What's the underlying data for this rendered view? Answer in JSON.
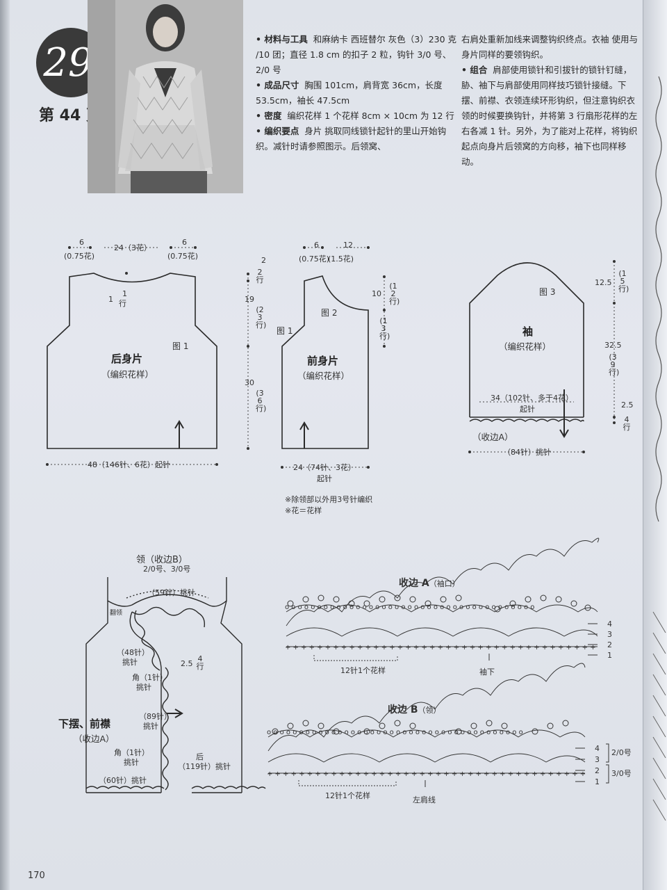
{
  "header": {
    "pattern_number": "29",
    "page_ref": "第 44 页"
  },
  "text": {
    "col1": [
      {
        "label": "• 材料与工具",
        "body": "和麻纳卡 西班替尔 灰色（3）230 克 /10 团；直径 1.8 cm 的扣子 2 粒，钩针 3/0 号、2/0 号"
      },
      {
        "label": "• 成品尺寸",
        "body": "胸围 101cm，肩背宽 36cm，长度 53.5cm，袖长 47.5cm"
      },
      {
        "label": "• 密度",
        "body": "编织花样  1 个花样 8cm × 10cm 为 12 行"
      },
      {
        "label": "• 编织要点",
        "body": "身片  挑取同线锁针起针的里山开始钩织。减针时请参照图示。后领窝、"
      }
    ],
    "col2": [
      {
        "label": "",
        "body": "右肩处重新加线来调整钩织终点。衣袖  使用与身片同样的要领钩织。"
      },
      {
        "label": "• 组合",
        "body": "肩部使用锁针和引拔针的锁针钉缝，胁、袖下与肩部使用同样技巧锁针接缝。下摆、前襟、衣领连续环形钩织，但注意钩织衣领的时候要换钩针，并将第 3 行扇形花样的左右各减 1 针。另外，为了能对上花样，将钩织起点向身片后领窝的方向移，袖下也同样移动。"
      }
    ]
  },
  "diagrams": {
    "back": {
      "top_left": "6",
      "top_left_sub": "(0.75花)",
      "top_mid": "24（3花）",
      "top_right": "6",
      "top_right_sub": "(0.75花)",
      "neck_a": "1",
      "neck_b": "1",
      "neck_c": "行",
      "fig": "图 1",
      "title": "后身片",
      "subtitle": "（编织花样）",
      "bottom": "48（146针、6花）起针",
      "v_a": "2",
      "v_a_sub": "2行",
      "v_b": "19",
      "v_b_sub": "(23行)",
      "v_c": "30",
      "v_c_sub": "(36行)"
    },
    "front": {
      "top_left": "6",
      "top_left_sub": "(0.75花)",
      "top_right": "12",
      "top_right_sub": "(1.5花)",
      "v_a": "10",
      "v_a_sub": "(12行)",
      "v_b_sub": "(13行)",
      "fig1": "图 1",
      "fig2": "图 2",
      "title": "前身片",
      "subtitle": "（编织花样）",
      "bottom": "24（74针、3花）",
      "bottom2": "起针"
    },
    "sleeve": {
      "fig": "图 3",
      "title": "袖",
      "subtitle": "（编织花样）",
      "inner": "34（102针、多于4花）",
      "inner2": "起针",
      "edge": "（收边A）",
      "bottom": "（84针）挑针",
      "v_a": "12.5",
      "v_a_sub": "(15行)",
      "v_b": "32.5",
      "v_b_sub": "(39行)",
      "v_c": "2.5",
      "v_c_sub": "4行"
    },
    "notes": [
      "※除领部以外用3号针编织",
      "※花＝花样"
    ],
    "assembly": {
      "title": "领（收边B）",
      "hooks": "2/0号、3/0号",
      "neck": "（59针）挑针",
      "fold": "翻领",
      "l48": "（48针）",
      "l48b": "挑针",
      "corner1": "角（1针）",
      "corner1b": "挑针",
      "dim": "2.5",
      "dim_sub": "4行",
      "hem_title": "下摆、前襟",
      "hem_sub": "（收边A）",
      "l89": "（89针）",
      "l89b": "挑针",
      "corner2": "角（1针）",
      "corner2b": "挑针",
      "back": "后",
      "l119": "（119针）挑针",
      "l60": "（60针）挑针"
    },
    "edgeA": {
      "title": "收边 A",
      "sub": "（袖口）",
      "rows": [
        "4",
        "3",
        "2",
        "1"
      ],
      "repeat": "12针1个花样",
      "mark": "袖下"
    },
    "edgeB": {
      "title": "收边 B",
      "sub": "（领）",
      "rows": [
        "4",
        "3",
        "2",
        "1"
      ],
      "hook1": "2/0号",
      "hook2": "3/0号",
      "repeat": "12针1个花样",
      "mark": "左肩线"
    }
  },
  "footer": {
    "page_number": "170"
  }
}
